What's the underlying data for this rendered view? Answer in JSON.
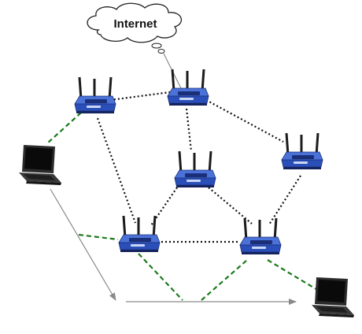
{
  "cloud": {
    "label": "Internet"
  },
  "colors": {
    "mesh_link": "#111111",
    "wireless_link": "#1a7a1a",
    "flow_arrow": "#8a8a8a",
    "router_body": "#2a4fb8",
    "router_face": "#3f6ad8",
    "router_dark": "#1b2f78",
    "laptop_body": "#2b2b2b",
    "laptop_screen": "#0a0a0a"
  },
  "nodes": {
    "routers": [
      "router-a",
      "router-b",
      "router-c",
      "router-d",
      "router-e",
      "router-f"
    ],
    "laptops": [
      "laptop-left",
      "laptop-right"
    ]
  }
}
